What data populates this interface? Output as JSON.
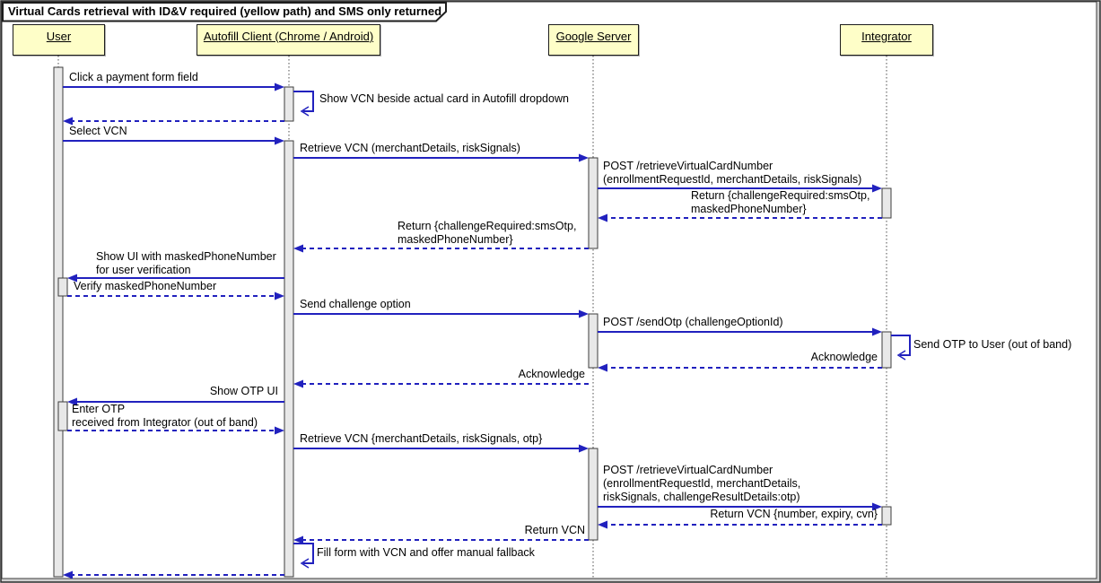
{
  "frame": {
    "title": "Virtual Cards retrieval with ID&V required (yellow path) and SMS only returned"
  },
  "participants": {
    "user": "User",
    "autofill": "Autofill Client (Chrome / Android)",
    "google": "Google Server",
    "integrator": "Integrator"
  },
  "messages": {
    "click_payment": "Click a payment form field",
    "show_vcn_dropdown": "Show VCN beside actual card in Autofill dropdown",
    "select_vcn": "Select VCN",
    "retrieve_vcn_1": "Retrieve VCN (merchantDetails, riskSignals)",
    "post_retrieve_1": "POST /retrieveVirtualCardNumber\n(enrollmentRequestId, merchantDetails, riskSignals)",
    "return_challenge_integrator": "Return {challengeRequired:smsOtp,\nmaskedPhoneNumber}",
    "return_challenge_client": "Return {challengeRequired:smsOtp,\nmaskedPhoneNumber}",
    "show_masked_ui": "Show UI with maskedPhoneNumber\nfor user verification",
    "verify_masked": "Verify maskedPhoneNumber",
    "send_challenge_option": "Send challenge option",
    "post_send_otp": "POST /sendOtp (challengeOptionId)",
    "send_otp_oob": "Send OTP to User (out of band)",
    "ack_integrator": "Acknowledge",
    "ack_client": "Acknowledge",
    "show_otp_ui": "Show OTP UI",
    "enter_otp": "Enter OTP\nreceived from Integrator (out of band)",
    "retrieve_vcn_2": "Retrieve VCN {merchantDetails, riskSignals, otp}",
    "post_retrieve_2": "POST /retrieveVirtualCardNumber\n(enrollmentRequestId, merchantDetails,\nriskSignals, challengeResultDetails:otp)",
    "return_vcn_full": "Return VCN {number, expiry, cvn}",
    "return_vcn": "Return VCN",
    "fill_form": "Fill form with VCN and offer manual fallback"
  },
  "colors": {
    "participant_fill": "#FEFEC8",
    "participant_border": "#1C1C1C",
    "arrow_blue": "#2121BE",
    "activation_fill": "#E8E8E8",
    "frame_border": "#2B2B2B"
  }
}
